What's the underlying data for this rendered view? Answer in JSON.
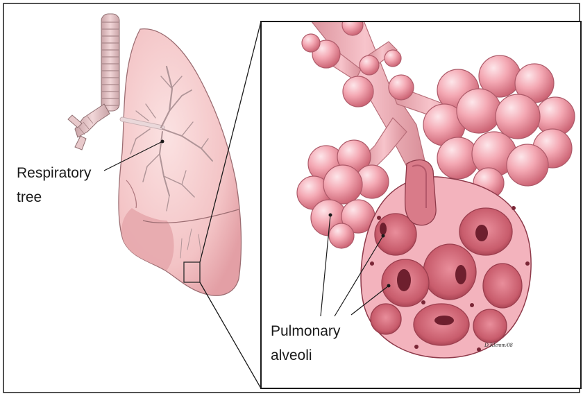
{
  "labels": {
    "respiratory_line1": "Respiratory",
    "respiratory_line2": "tree",
    "alveoli_line1": "Pulmonary",
    "alveoli_line2": "alveoli"
  },
  "signature": "D.Klemm/08",
  "colors": {
    "frame": "#1a1a1a",
    "lung_fill": "#f6cfd0",
    "tissue_pink": "#f2a7b0",
    "tissue_dark": "#c8606e",
    "airway": "#e9b9bd"
  }
}
